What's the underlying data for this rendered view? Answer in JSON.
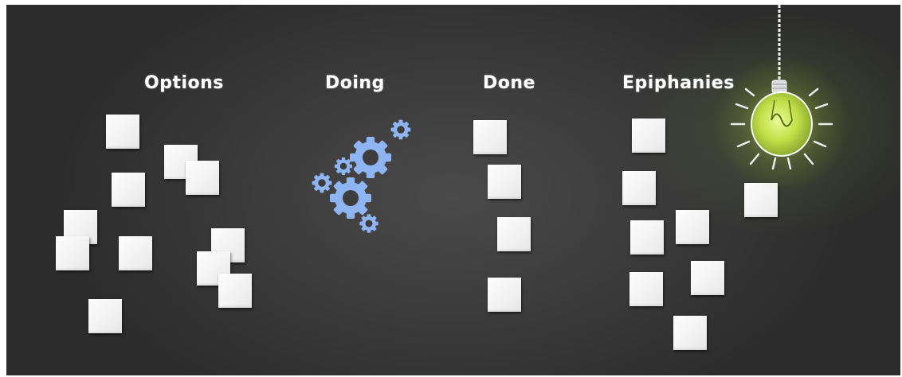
{
  "columns": [
    {
      "id": "options",
      "label": "Options"
    },
    {
      "id": "doing",
      "label": "Doing"
    },
    {
      "id": "done",
      "label": "Done"
    },
    {
      "id": "epiphanies",
      "label": "Epiphanies"
    }
  ],
  "colors": {
    "board": "#3a3a3a",
    "heading": "#ffffff",
    "note": "#f4f4f4",
    "gears": "#8fb4f2",
    "bulb_glow": "#c8e64a"
  },
  "icons": {
    "doing": "gears-icon",
    "epiphanies": "lightbulb-icon"
  }
}
